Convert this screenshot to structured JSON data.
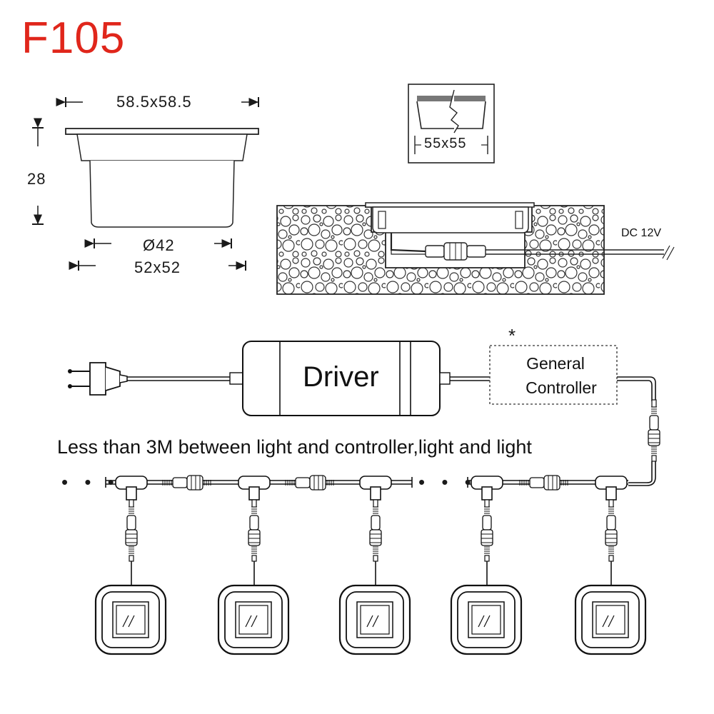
{
  "title": "F105",
  "dimensions": {
    "top_width": "58.5x58.5",
    "height": "28",
    "diameter": "Ø42",
    "body_width": "52x52",
    "cutout": "55x55"
  },
  "install": {
    "power_label": "DC 12V"
  },
  "wiring": {
    "driver_label": "Driver",
    "controller_line1": "General",
    "controller_line2": "Controller",
    "controller_marker": "*",
    "note": "Less than 3M between light and controller,light and light",
    "ellipsis": "• • •"
  },
  "colors": {
    "title": "#e0261b",
    "line": "#1a1a1a",
    "accent_gray": "#555555"
  }
}
